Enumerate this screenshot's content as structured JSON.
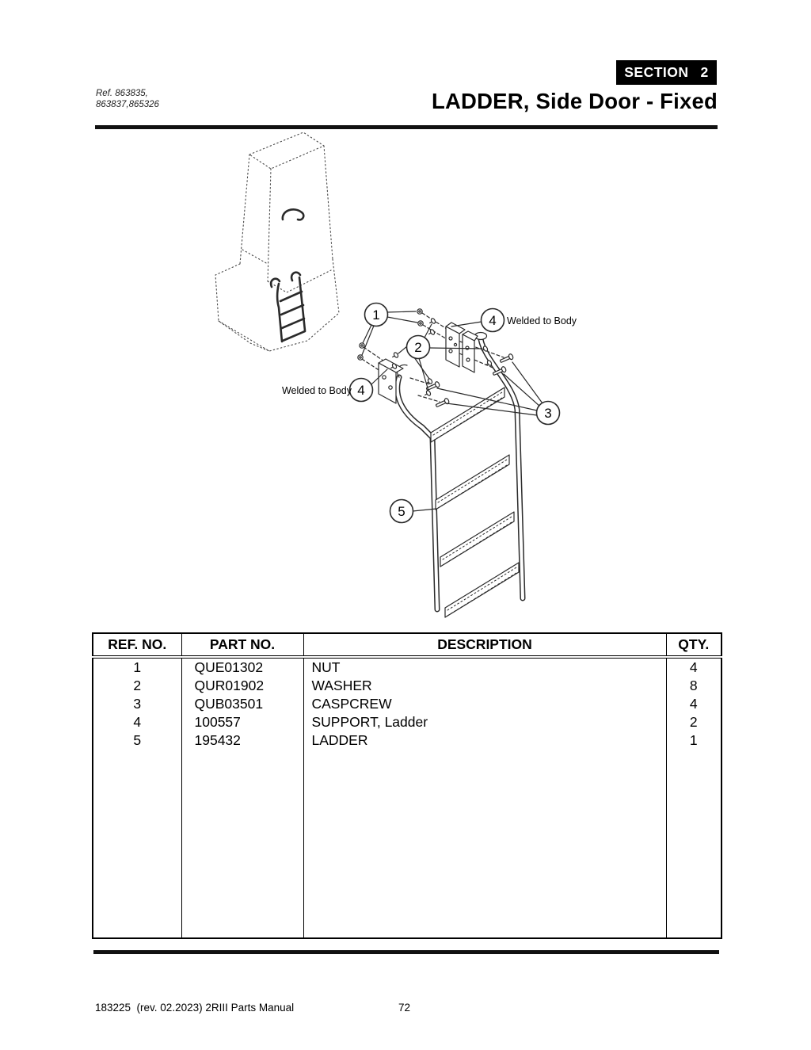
{
  "header": {
    "ref_line1": "Ref. 863835,",
    "ref_line2": "863837,865326",
    "badge_word": "SECTION",
    "badge_number": "2",
    "title": "LADDER, Side Door - Fixed"
  },
  "diagram": {
    "weld_label_left": "Welded to Body",
    "weld_label_right": "Welded to Body",
    "callouts": [
      {
        "label": "1"
      },
      {
        "label": "2"
      },
      {
        "label": "3"
      },
      {
        "label": "4"
      },
      {
        "label": "4"
      },
      {
        "label": "5"
      }
    ]
  },
  "parts_table": {
    "headers": {
      "ref": "REF. NO.",
      "part": "PART NO.",
      "desc": "DESCRIPTION",
      "qty": "QTY."
    },
    "rows": [
      {
        "ref": "1",
        "part": "QUE01302",
        "desc": "NUT",
        "qty": "4"
      },
      {
        "ref": "2",
        "part": "QUR01902",
        "desc": "WASHER",
        "qty": "8"
      },
      {
        "ref": "3",
        "part": "QUB03501",
        "desc": "CASPCREW",
        "qty": "4"
      },
      {
        "ref": "4",
        "part": "100557",
        "desc": "SUPPORT, Ladder",
        "qty": "2"
      },
      {
        "ref": "5",
        "part": "195432",
        "desc": "LADDER",
        "qty": "1"
      }
    ]
  },
  "footer": {
    "left": "183225  (rev. 02.2023) 2RIII Parts Manual",
    "page": "72"
  }
}
